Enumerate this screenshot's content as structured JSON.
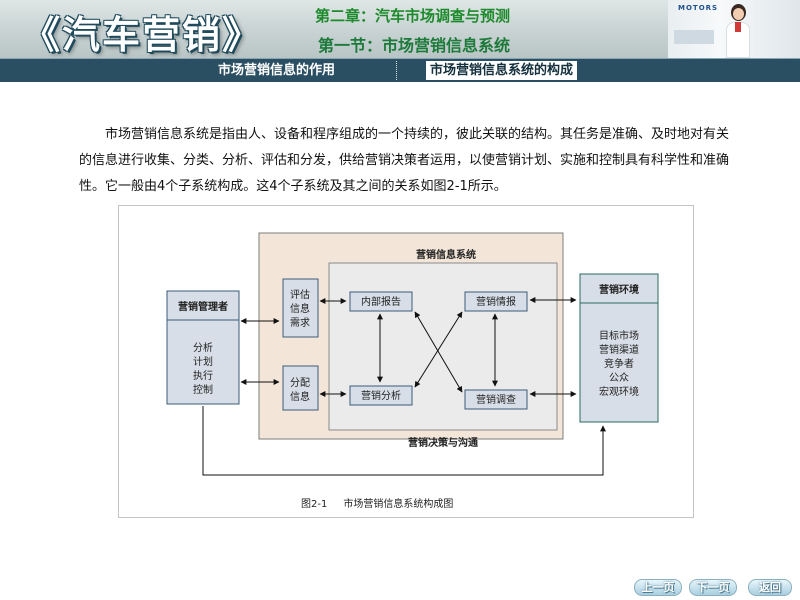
{
  "header": {
    "title": "《汽车营销》",
    "chapter": "第二章：汽车市场调查与预测",
    "section": "第一节：市场营销信息系统",
    "photo_text": "MOTORS"
  },
  "nav": {
    "items": [
      {
        "label": "市场营销信息的作用",
        "active": false
      },
      {
        "label": "市场营销信息系统的构成",
        "active": true
      }
    ]
  },
  "content": {
    "paragraph": "市场营销信息系统是指由人、设备和程序组成的一个持续的，彼此关联的结构。其任务是准确、及时地对有关的信息进行收集、分类、分析、评估和分发，供给营销决策者运用，以使营销计划、实施和控制具有科学性和准确性。它一般由4个子系统构成。这4个子系统及其之间的关系如图2-1所示。"
  },
  "diagram": {
    "outer_label": "营销信息系统",
    "bottom_label": "营销决策与沟通",
    "manager": {
      "title": "营销管理者",
      "lines": [
        "分析",
        "计划",
        "执行",
        "控制"
      ]
    },
    "environment": {
      "title": "营销环境",
      "lines": [
        "目标市场",
        "营销渠道",
        "竞争者",
        "公众",
        "宏观环境"
      ]
    },
    "assess": [
      "评估",
      "信息",
      "需求"
    ],
    "distribute": [
      "分配",
      "信息"
    ],
    "subsystems": {
      "internal": "内部报告",
      "intel": "营销情报",
      "analysis": "营销分析",
      "research": "营销调查"
    },
    "colors": {
      "outer_bg": "#f3e6d9",
      "inner_bg": "#ebebeb",
      "box_bg": "#d8dee7",
      "green_bg": "#3f9a8a"
    },
    "caption_num": "图2-1",
    "caption_text": "市场营销信息系统构成图"
  },
  "footer": {
    "prev": "上一页",
    "next": "下一页",
    "back": "返回"
  }
}
